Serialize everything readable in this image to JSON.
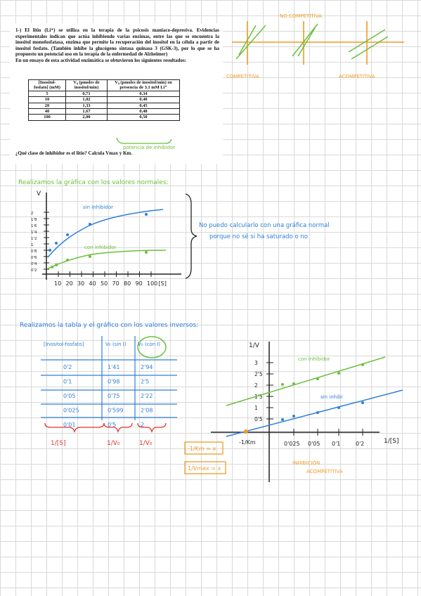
{
  "problem": {
    "statement": "1-) El litio (Li⁺) se utiliza en la terapia de la psicosis maniaco-depresiva. Evidencias experimentales indican que actúa inhibiendo varias enzimas, entre las que se encuentra la inositol monofosfatasa, enzima que permite la recuperación del inositol en la célula a partir de inositol fosfato. (También inhibe la glucógeno sintasa quinasa 3 (GSK-3), por lo que se ha propuesto un potencial uso en la terapia de la enfermedad de Alzheimer)",
    "intro": "En un ensayo de esta actividad enzimática se obtuvieron los siguientes resultados:",
    "table": {
      "headers": [
        "[Inositol-fosfato] (mM)",
        "V₀ (pmoles de inositol/min)",
        "V₀ (pmoles de inositol/min) en presencia de 3.1 mM Li⁺"
      ],
      "rows": [
        [
          "5",
          "0,71",
          "0,34"
        ],
        [
          "10",
          "1,02",
          "0,40"
        ],
        [
          "20",
          "1,33",
          "0,45"
        ],
        [
          "40",
          "1,67",
          "0,48"
        ],
        [
          "100",
          "2,00",
          "0,50"
        ]
      ]
    },
    "question": "¿Qué clase de inhibidor es el litio? Calcula Vmax y Km."
  },
  "notes": {
    "no_competitiva": "NO COMPETITIVA",
    "competitiva": "COMPETITIVA",
    "acompetitiva": "ACOMPETITIVA",
    "potencia": "potencia de inhibidor",
    "heading1": "Realizamos la gráfica con los valores normales:",
    "heading2": "Realizamos la tabla y el gráfico con los valores inversos:",
    "side_note_1": "No puedo calcularlo con una gráfica normal",
    "side_note_2": "porque no sé si ha saturado o no",
    "box1": "-1/Km = x",
    "box2": "1/Vmax = x",
    "inhib1": "INHIBICIÓN",
    "inhib2": "ACOMPETITIVA"
  },
  "plot1": {
    "ylabel": "V",
    "xticks": [
      "10",
      "20",
      "30",
      "40",
      "50",
      "70",
      "80",
      "90",
      "100",
      "[S]"
    ],
    "yticks": [
      "2",
      "1'8",
      "1'6",
      "1'4",
      "1'2",
      "1",
      "0'8",
      "0'6",
      "0'4",
      "0'2"
    ],
    "label_sin": "sin inhibidor",
    "label_con": "con inhibidor"
  },
  "inv_table": {
    "headers": [
      "[Inositol-fosfato]",
      "V₀ (sin I)",
      "V₀ (con I)"
    ],
    "rows": [
      [
        "0'2",
        "1'41",
        "2'94"
      ],
      [
        "0'1",
        "0'98",
        "2'5"
      ],
      [
        "0'05",
        "0'75",
        "2'22"
      ],
      [
        "0'025",
        "0'599",
        "2'08"
      ],
      [
        "0'01",
        "0'5",
        "2"
      ]
    ],
    "footer": [
      "1/[S]",
      "1/V₀",
      "1/V₀"
    ]
  },
  "plot2": {
    "ylabel": "1/V",
    "xlabel": "1/[S]",
    "yticks": [
      "3",
      "2'5",
      "2",
      "1'5",
      "1",
      "0'5"
    ],
    "xticks": [
      "0'025",
      "0'05",
      "0'1",
      "0'2"
    ],
    "neg_label": "-1/Km",
    "label_con": "con inhibidor",
    "label_sin": "sin inhibi"
  },
  "colors": {
    "green": "#6cbf3c",
    "blue": "#2f7fd8",
    "orange": "#f29a26",
    "red": "#e0342b",
    "ink": "#222222"
  }
}
